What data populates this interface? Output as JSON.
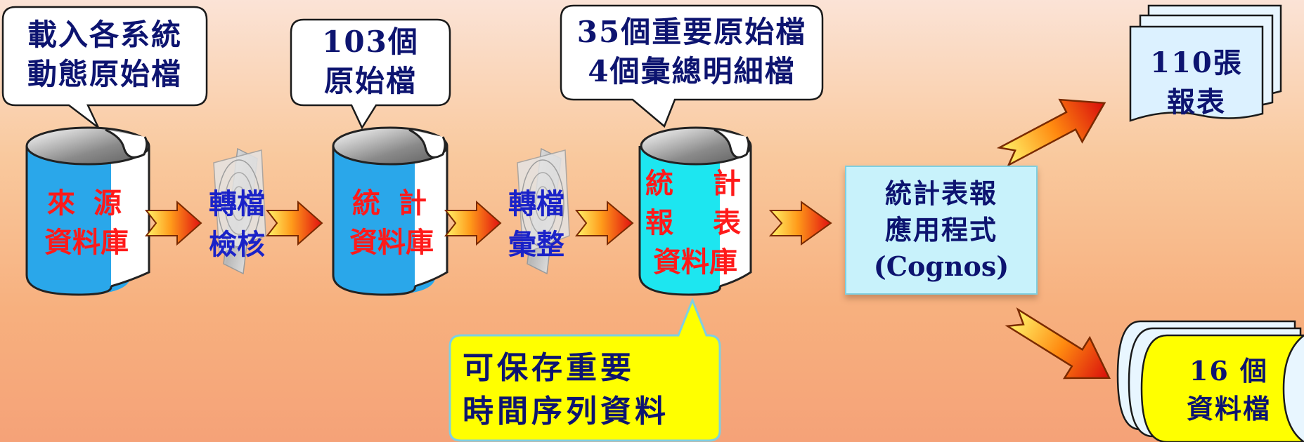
{
  "callouts": {
    "source_load": [
      "載入各系統",
      "動態原始檔"
    ],
    "raw_files": [
      "103個",
      "原始檔"
    ],
    "key_files": [
      "35個重要原始檔",
      "4個彙總明細檔"
    ],
    "time_series": [
      "可保存重要",
      "時間序列資料"
    ]
  },
  "databases": {
    "source": {
      "line1": "來 源",
      "line2": "資料庫"
    },
    "stats": {
      "line1": "統 計",
      "line2": "資料庫"
    },
    "report": {
      "line1a": "統",
      "line1b": "計",
      "line2a": "報",
      "line2b": "表",
      "line3": "資料庫"
    }
  },
  "converters": {
    "check": [
      "轉檔",
      "檢核"
    ],
    "merge": [
      "轉檔",
      "彙整"
    ]
  },
  "app": [
    "統計表報",
    "應用程式",
    "(Cognos)"
  ],
  "outputs": {
    "reports": [
      "110張",
      "報表"
    ],
    "datafiles": [
      "16 個",
      "資料檔"
    ]
  },
  "colors": {
    "dark_text": "#0d1470",
    "red_text": "#ff1a1a",
    "blue_text": "#1a22c8",
    "db_blue": "#2aa7ea",
    "db_cyan": "#1de6f0",
    "app_box": "#c8f2fb",
    "yellow_callout": "#ffff00"
  }
}
